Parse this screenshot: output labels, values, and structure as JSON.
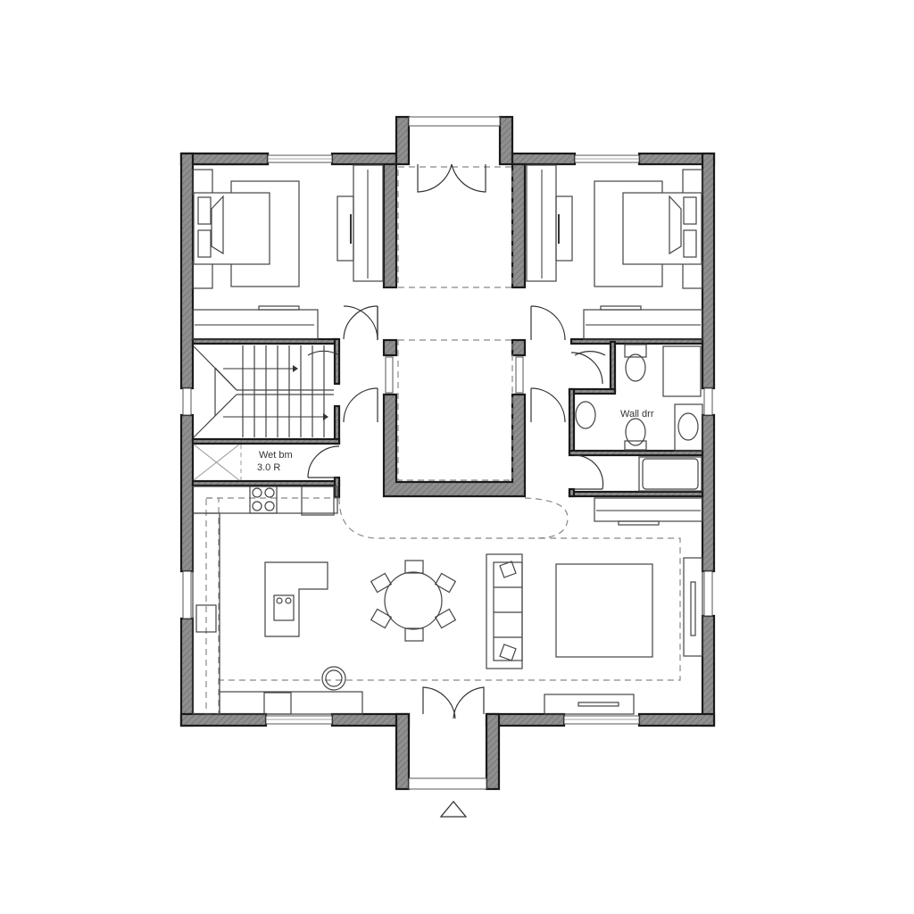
{
  "plan": {
    "type": "residential floor plan",
    "north_marker": "triangle",
    "rooms": [
      {
        "id": "bedroom-1",
        "label": ""
      },
      {
        "id": "bedroom-2",
        "label": ""
      },
      {
        "id": "entry-vestibule-north",
        "label": ""
      },
      {
        "id": "central-hall",
        "label": ""
      },
      {
        "id": "stairs",
        "label": ""
      },
      {
        "id": "wet-room-west",
        "label": "Wet bm",
        "sublabel": "3.0 R"
      },
      {
        "id": "bathroom-east",
        "label": "Wall drr"
      },
      {
        "id": "kitchen-dining-living",
        "label": ""
      },
      {
        "id": "entry-vestibule-south",
        "label": ""
      }
    ],
    "labels": {
      "wet_room_title": "Wet bm",
      "wet_room_size": "3.0 R",
      "bathroom_title": "Wall drr"
    }
  },
  "colors": {
    "wall_fill": "#8a8a8a",
    "wall_stroke": "#1a1a1a",
    "line": "#444444",
    "dashed": "#888888",
    "background": "#ffffff"
  }
}
